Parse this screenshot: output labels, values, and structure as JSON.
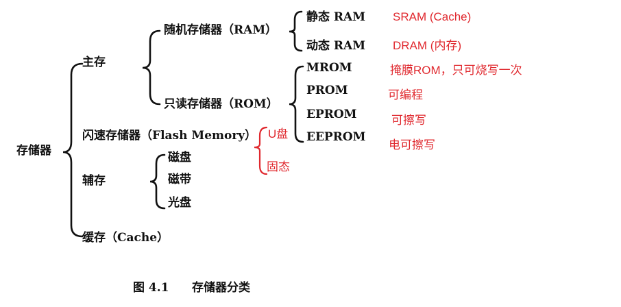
{
  "colors": {
    "text": "#111111",
    "annotation": "#e0282e"
  },
  "tree": {
    "root": "存储器",
    "main_memory": "主存",
    "ram": "随机存储器（RAM）",
    "sram": "静态 RAM",
    "dram": "动态 RAM",
    "rom": "只读存储器（ROM）",
    "mrom": "MROM",
    "prom": "PROM",
    "eprom": "EPROM",
    "eeprom": "EEPROM",
    "flash": "闪速存储器（Flash Memory）",
    "aux": "辅存",
    "disk": "磁盘",
    "tape": "磁带",
    "optical": "光盘",
    "cache": "缓存（Cache）"
  },
  "notes": {
    "sram": "SRAM (Cache)",
    "dram": "DRAM (内存)",
    "mrom": "掩膜ROM，只可烧写一次",
    "prom": "可编程",
    "eprom": "可擦写",
    "eeprom": "电可擦写",
    "flash_usb": "U盘",
    "flash_ssd": "固态"
  },
  "caption": {
    "number": "图 4.1",
    "title": "存储器分类"
  }
}
